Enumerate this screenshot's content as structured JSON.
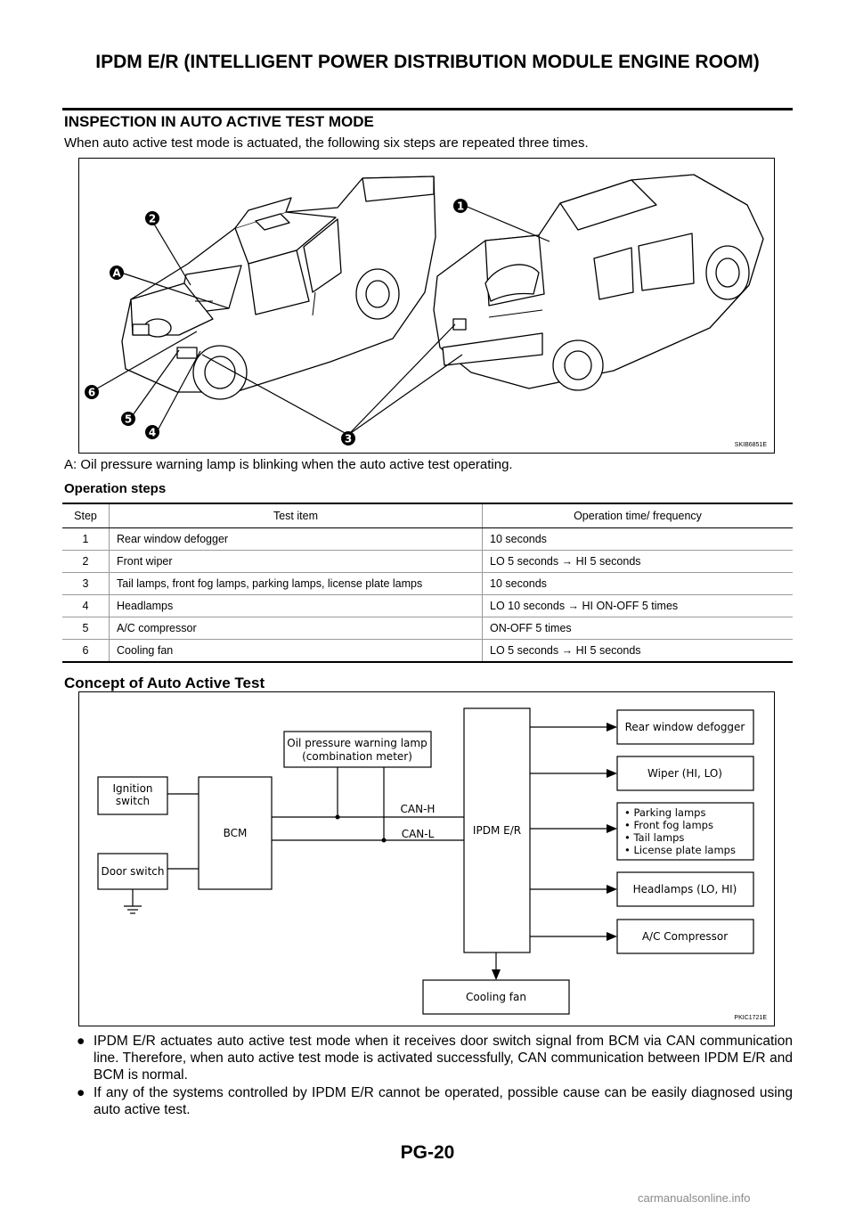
{
  "header": {
    "title": "IPDM E/R (INTELLIGENT POWER DISTRIBUTION MODULE ENGINE ROOM)"
  },
  "section": {
    "title": "INSPECTION IN AUTO ACTIVE TEST MODE",
    "intro": "When auto active test mode is actuated, the following six steps are repeated three times."
  },
  "figure1": {
    "callouts": [
      "1",
      "2",
      "3",
      "4",
      "5",
      "6",
      "A"
    ],
    "id": "SKIB6851E",
    "caption": "A: Oil pressure warning lamp is blinking when the auto active test operating."
  },
  "operation_steps": {
    "title": "Operation steps",
    "headers": [
      "Step",
      "Test item",
      "Operation time/ frequency"
    ],
    "rows": [
      [
        "1",
        "Rear window defogger",
        "10 seconds"
      ],
      [
        "2",
        "Front wiper",
        "LO 5 seconds → HI 5 seconds"
      ],
      [
        "3",
        "Tail lamps, front fog lamps, parking lamps, license plate lamps",
        "10 seconds"
      ],
      [
        "4",
        "Headlamps",
        "LO 10 seconds → HI ON-OFF 5 times"
      ],
      [
        "5",
        "A/C compressor",
        "ON-OFF 5 times"
      ],
      [
        "6",
        "Cooling fan",
        "LO 5 seconds → HI 5 seconds"
      ]
    ]
  },
  "concept": {
    "title": "Concept of Auto Active Test",
    "diagram": {
      "ignition": [
        "Ignition",
        "switch"
      ],
      "door": "Door switch",
      "bcm": "BCM",
      "oil": [
        "Oil pressure warning lamp",
        "(combination meter)"
      ],
      "can_h": "CAN-H",
      "can_l": "CAN-L",
      "ipdm": "IPDM E/R",
      "outputs": {
        "rear": "Rear window defogger",
        "wiper": "Wiper (HI, LO)",
        "lamps": [
          "• Parking lamps",
          "• Front fog lamps",
          "• Tail lamps",
          "• License plate lamps"
        ],
        "headlamps": "Headlamps (LO, HI)",
        "ac": "A/C Compressor"
      },
      "fan": "Cooling fan"
    },
    "id": "PKIC1721E"
  },
  "bullets": [
    "IPDM E/R actuates auto active test mode when it receives door switch signal from BCM via CAN communication line. Therefore, when auto active test mode is activated successfully, CAN communication between IPDM E/R and BCM is normal.",
    "If any of the systems controlled by IPDM E/R cannot be operated, possible cause can be easily diagnosed using auto active test."
  ],
  "bullet_glyph": "●",
  "footer": {
    "page": "PG-20"
  },
  "watermark": "carmanualsonline.info"
}
